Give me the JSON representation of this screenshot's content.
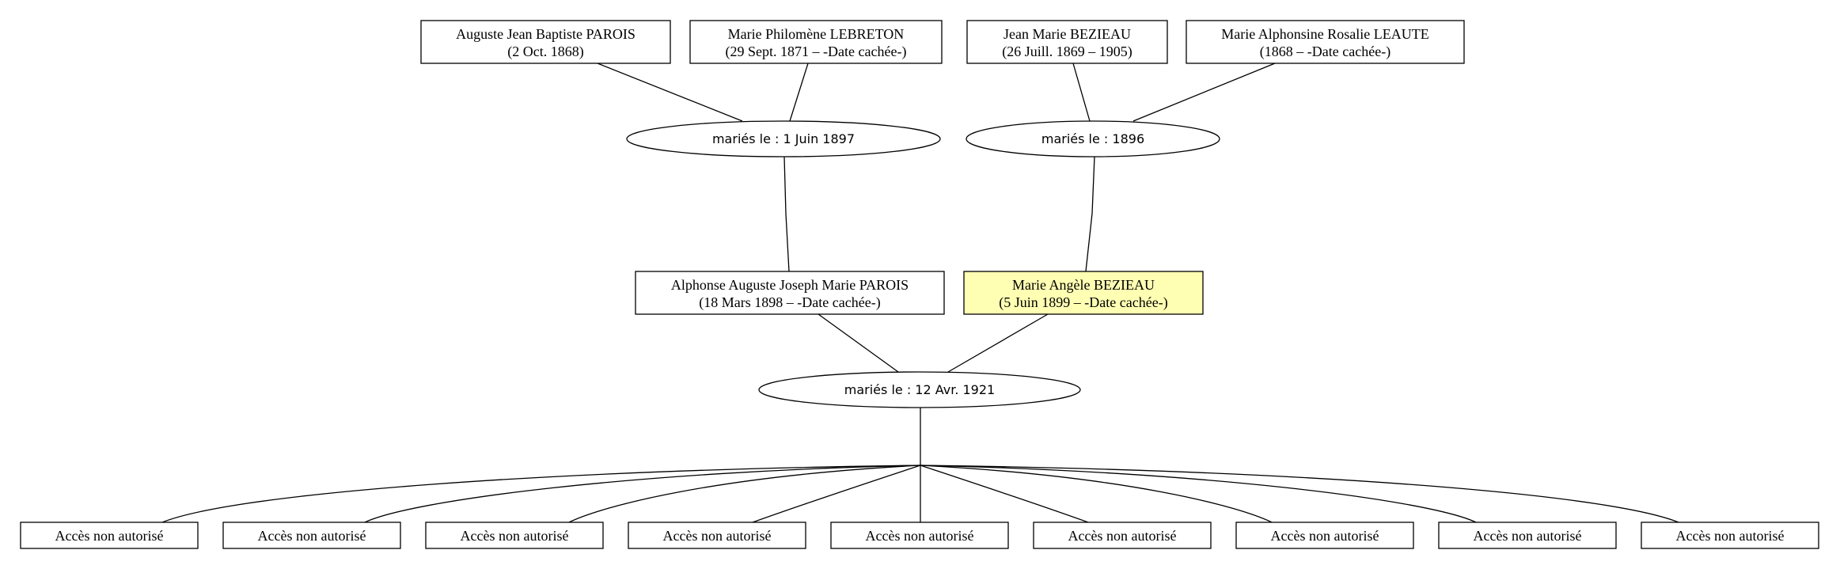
{
  "colors": {
    "highlight": "#ffffb3",
    "line": "#000000",
    "background": "#ffffff"
  },
  "people": {
    "auguste": {
      "name": "Auguste Jean Baptiste PAROIS",
      "dates": "(2 Oct. 1868)"
    },
    "philomene": {
      "name": "Marie Philomène LEBRETON",
      "dates": "(29 Sept. 1871 – -Date cachée-)"
    },
    "jean_marie": {
      "name": "Jean Marie BEZIEAU",
      "dates": "(26 Juill. 1869 – 1905)"
    },
    "alphonsine": {
      "name": "Marie Alphonsine Rosalie LEAUTE",
      "dates": "(1868 – -Date cachée-)"
    },
    "alphonse": {
      "name": "Alphonse Auguste Joseph Marie PAROIS",
      "dates": "(18 Mars 1898 – -Date cachée-)"
    },
    "angele": {
      "name": "Marie Angèle BEZIEAU",
      "dates": "(5 Juin 1899 – -Date cachée-)",
      "highlighted": true
    }
  },
  "unions": {
    "parois_lebreton": "mariés le : 1 Juin 1897",
    "bezieau_leaute": "mariés le : 1896",
    "parois_bezieau": "mariés le : 12 Avr. 1921"
  },
  "children": [
    "Accès non autorisé",
    "Accès non autorisé",
    "Accès non autorisé",
    "Accès non autorisé",
    "Accès non autorisé",
    "Accès non autorisé",
    "Accès non autorisé",
    "Accès non autorisé",
    "Accès non autorisé"
  ]
}
